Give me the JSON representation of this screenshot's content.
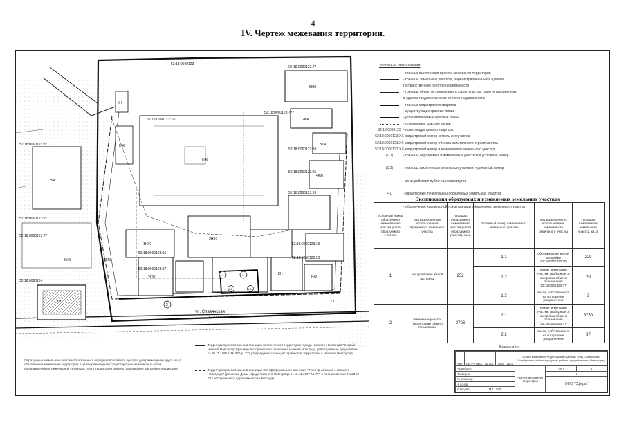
{
  "header": {
    "page_number": "4",
    "title": "IV.  Чертеж межевания территории."
  },
  "plan_labels": {
    "cad_top": "52:18:0060123",
    "cad_top_right": "52:18:0060123:??",
    "cad_north": "52:18:0060123:???",
    "cad_left": "52:18:0060123:371",
    "cad_center": "52:18:0060123:370",
    "cad_left2": "52:18:0060123:21",
    "cad_left3": "52:18:0060123:??",
    "cad_mid1": "52:18:0060123:10",
    "cad_mid2": "52:18:0060123:25",
    "cad_mid3": "52:18:0060123:26",
    "cad_mid4": "52:18:0060123:16",
    "cad_mid5": "52:18:0060123:17",
    "cad_mid6": "52:18:0060123:19",
    "cad_mid7": "52:18:0060123:23",
    "cad_bottom": "52:18:0060124",
    "cad_road": "52:18:0060123:24",
    "street": "ул. Славянская",
    "b_kn": "КН",
    "b_nzh": "НЖ",
    "b_5kzh": "5КЖ",
    "b_2kzh": "2КЖ",
    "b_3kzh": "3КЖ",
    "b_4kzh": "4КЖ",
    "b_1nzh": "1НЖ",
    "b_2nzh": "2НЖ",
    "zu1": "1",
    "zu2": "2",
    "zu11": "1.1",
    "zu12": "1.2",
    "zu13": "1.3",
    "zu21": "2.1"
  },
  "legend": {
    "title": "Условные обозначения",
    "items": [
      {
        "sym": "",
        "text": "- граница выполнения проекта межевания территории"
      },
      {
        "sym": "",
        "text": "- границы земельных участков, зарегистрированных в едином"
      },
      {
        "sym": "",
        "text": "  государственном реестре недвижимости"
      },
      {
        "sym": "",
        "text": "- границы объектов капитального строительства, зарегистрированных"
      },
      {
        "sym": "",
        "text": "  в едином государственном реестре недвижимости"
      },
      {
        "sym": "",
        "text": "- граница кадастрового квартала"
      },
      {
        "sym": "",
        "text": "- существующие красные линии"
      },
      {
        "sym": "",
        "text": "- устанавливаемые красные линии"
      },
      {
        "sym": "",
        "text": "- отменяемые красные линии"
      },
      {
        "sym": "52:18:0060123",
        "text": "- номер кадастрового квартала"
      },
      {
        "sym": "52:18:0060123:XX",
        "text": "- кадастровый номер земельного участка"
      },
      {
        "sym": "52:18:0060123:XX",
        "text": "- кадастровый номер объекта капитального строительства"
      },
      {
        "sym": "52:18:0060123:XX",
        "text": "- кадастровый номер и изменяемого земельного участка"
      },
      {
        "sym": "(1.1)",
        "text": "- границы образуемых и изменяемых участков и условный номер"
      },
      {
        "sym": "",
        "text": ""
      },
      {
        "sym": "(1.2)",
        "text": "- границы изменяемых земельных участков и условный номер"
      },
      {
        "sym": "",
        "text": ""
      },
      {
        "sym": "- - -",
        "text": "- зоны действия публичных сервитутов"
      },
      {
        "sym": "",
        "text": ""
      },
      {
        "sym": "• 1",
        "text": "- характерные точки границ образуемых земельных участков"
      },
      {
        "sym": "",
        "text": ""
      },
      {
        "sym": "",
        "text": "- обозначение характерной точки границы образуемого земельного участка"
      }
    ]
  },
  "table": {
    "title": "Экспликация образуемых и изменяемых земельных участков",
    "headers": [
      "Условный номер образуемого изменяемого участка (части образуемого участка)",
      "Вид разрешенного использования образуемого земельного участка",
      "Площадь образуемого изменяемого участка (части образуемого участка), кв.м.",
      "Условный номер изменяемого земельного участка",
      "Вид разрешенного использования изменяемого земельного участка",
      "Площадь изменяемого земельного участка, кв.м."
    ],
    "rows": [
      {
        "n": "1",
        "use": "обслуживание жилой застройки",
        "area": "252",
        "subs": [
          {
            "num": "1.1",
            "use": "обслуживание жилой застройки (52:18:0060123:28)",
            "area": "229"
          },
          {
            "num": "1.2",
            "use": "земли, земельные участки, свободные от застройки общего пользования (52:18:0060123:??)",
            "area": "29"
          },
          {
            "num": "1.3",
            "use": "земли, собственность на которые не разграничена",
            "area": "3"
          }
        ]
      },
      {
        "n": "2",
        "use": "земельные участки (территории) общего пользования",
        "area": "3706",
        "subs": [
          {
            "num": "2.1",
            "use": "земли, земельные участки, свободные от застройки общего пользования (52:18:0060123:??)",
            "area": "3750"
          },
          {
            "num": "2.2",
            "use": "земли, собственность на которые не разграничена",
            "area": "37"
          }
        ]
      }
    ]
  },
  "notes": {
    "left": "Образуемые земельные участки образованы в порядке бесплатного доступа для размещения круга лиц в обеспечение межевания территории в целях размещения существующих инженерных сетей, предназначенных инженерной сети и доступа к территории общего пользования Застройки территории.",
    "center1": "Территория расположена в границах исторической территории города Нижнего Новгорода \"Старый Нижний Новгород\" (границы Исторического поселения Нижний Новгород, утверждённые документом от 20.11.1995 г. № 370-р, ??? утверждение границ исторической территории г. Нижнего Новгорода)",
    "center2": "Территория расположена в границах ОКН федерального значения \"Культурный слой г. Нижнего Новгорода\" (решение Думы города Нижнего Новгорода от 19.11.1997 № ??? и постановление № 33 от ??? исторического ядра Нижнего Новгорода)"
  },
  "stamp": {
    "label_top": "Взам.инв.№",
    "project": "Проект межевания территории в границах улиц Славянская, Октябрьская (в Нижегородском районе города Нижнего Новгорода)",
    "sheet_title": "Чертеж межевания территории",
    "stage": "ПМТ",
    "sheet": "1",
    "sheets": "1",
    "scale": "М 1 : 500",
    "org": "ООО \"Сфера\"",
    "cols": [
      "Изм.",
      "Кол.уч",
      "Лист",
      "№ док.",
      "Подп.",
      "Дата"
    ],
    "roles": [
      "Разработал",
      "Проверил",
      "Гл. инженер",
      "Н. контр.",
      "Утвердил"
    ]
  },
  "colors": {
    "ink": "#111111",
    "line": "#222222",
    "gray": "#777777"
  }
}
